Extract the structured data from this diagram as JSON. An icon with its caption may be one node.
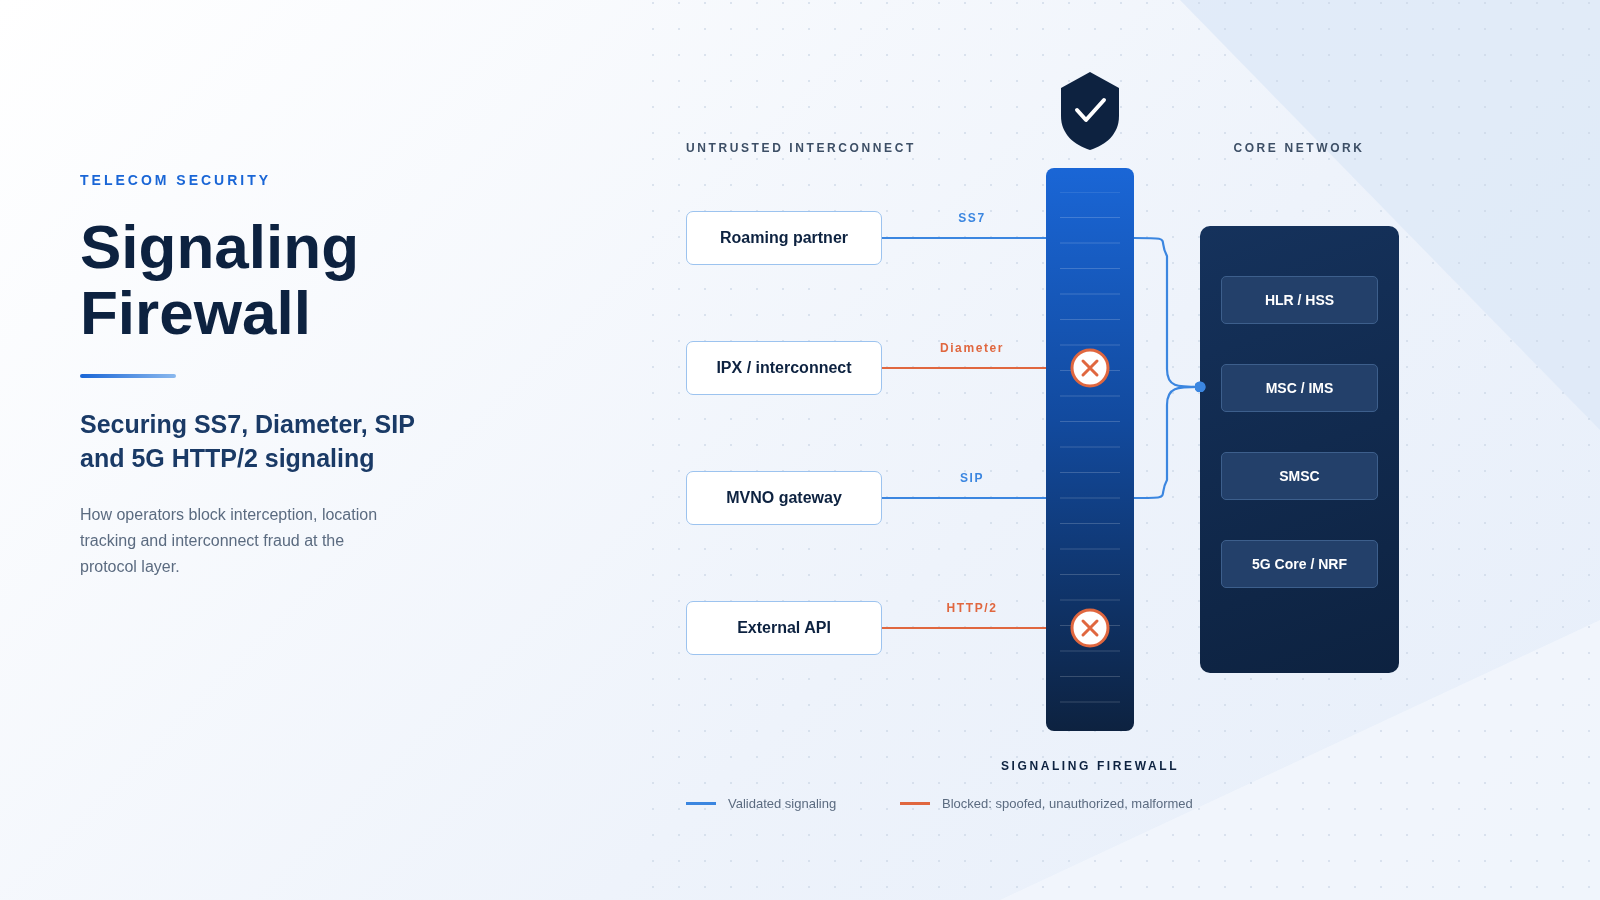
{
  "diagram": {
    "title": "Signaling Firewall",
    "nodes": [
      {
        "text": [
          "Roaming partner"
        ]
      },
      {
        "text": [
          "IPX / interconnect"
        ]
      },
      {
        "text": [
          "MVNO gateway"
        ]
      },
      {
        "text": [
          "External API"
        ]
      },
      {
        "text": [
          "SIGNALING FIREWALL"
        ]
      },
      {
        "text": [],
        "shape": "box"
      },
      {
        "text": [
          "HLR / HSS"
        ],
        "in": 5
      },
      {
        "text": [
          "MSC / IMS"
        ],
        "in": 5
      },
      {
        "text": [
          "SMSC"
        ],
        "in": 5
      },
      {
        "text": [
          "5G Core / NRF"
        ],
        "in": 5
      }
    ],
    "edges": [
      {
        "from": 0,
        "to": 4,
        "arrow": "none",
        "label": "SS7"
      },
      {
        "from": 1,
        "to": 4,
        "arrow": "none",
        "label": "Diameter",
        "color": "#e0673f"
      },
      {
        "from": 2,
        "to": 4,
        "arrow": "none",
        "label": "SIP"
      },
      {
        "from": 3,
        "to": 4,
        "arrow": "none",
        "label": "HTTP/2",
        "color": "#e0673f"
      },
      {
        "from": 4,
        "to": 5,
        "arrow": "other"
      },
      {
        "from": 4,
        "to": 5,
        "arrow": "other"
      }
    ],
    "labels": [
      "TELECOM SECURITY",
      "Securing SS7, Diameter, SIP and 5G HTTP/2 signaling",
      "How operators block interception, location tracking and interconnect fraud at the protocol layer.",
      "UNTRUSTED INTERCONNECT",
      "CORE NETWORK"
    ],
    "legend": [
      {
        "text": "Validated signaling",
        "color": "#3b86e0"
      },
      {
        "text": "Blocked: spoofed, unauthorized, malformed",
        "color": "#e0673f"
      }
    ]
  }
}
